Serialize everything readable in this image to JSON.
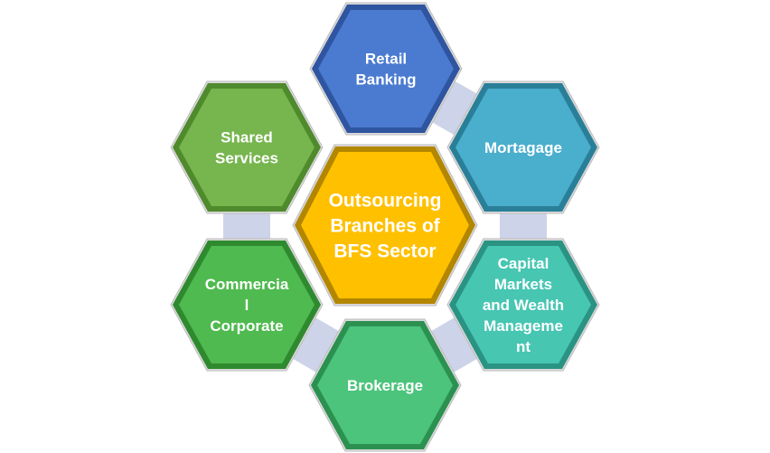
{
  "title": "Outsourcing Branches of BFS Sector",
  "center": {
    "lines": [
      "Outsourcing",
      "Branches of",
      "BFS Sector"
    ],
    "color": "#ffc000",
    "edge": "#b38600"
  },
  "nodes": [
    {
      "id": "retail-banking",
      "lines": [
        "Retail",
        "Banking"
      ],
      "color": "#4a7bd0",
      "edge": "#2f55a0"
    },
    {
      "id": "mortagage",
      "lines": [
        "Mortagage"
      ],
      "color": "#4aaecd",
      "edge": "#2a7f98"
    },
    {
      "id": "capital-markets",
      "lines": [
        "Capital",
        "Markets",
        "and Wealth",
        "Manageme",
        "nt"
      ],
      "color": "#47c6b2",
      "edge": "#2a9383"
    },
    {
      "id": "brokerage",
      "lines": [
        "Brokerage"
      ],
      "color": "#4cc47c",
      "edge": "#2c9150"
    },
    {
      "id": "commercial-corporate",
      "lines": [
        "Commercia",
        "l",
        "Corporate"
      ],
      "color": "#4fba4f",
      "edge": "#2f8a2f"
    },
    {
      "id": "shared-services",
      "lines": [
        "Shared",
        "Services"
      ],
      "color": "#77b54e",
      "edge": "#4f8a2c"
    }
  ],
  "connector_color": "#cdd3e8"
}
